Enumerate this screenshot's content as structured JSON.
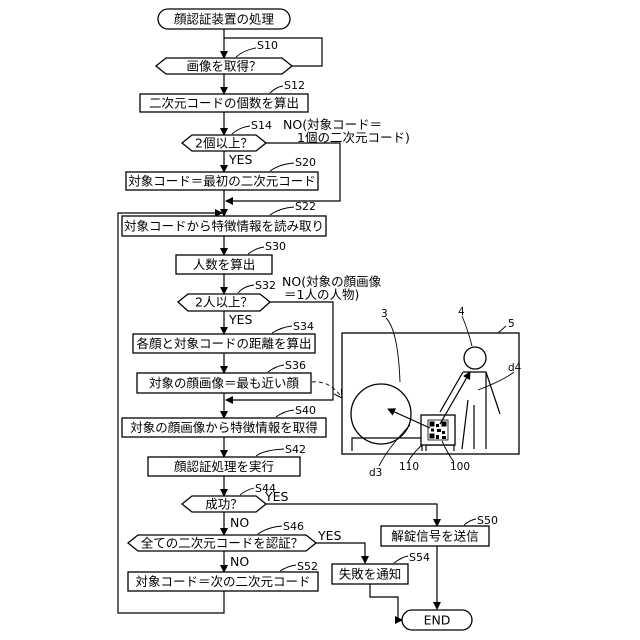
{
  "flowchart": {
    "start": "顔認証装置の処理",
    "end": "END",
    "steps": {
      "s10": {
        "id": "S10",
        "label": "画像を取得？"
      },
      "s12": {
        "id": "S12",
        "label": "二次元コードの個数を算出"
      },
      "s14": {
        "id": "S14",
        "label": "2個以上？",
        "yes": "YES",
        "no": "NO(対象コード＝",
        "no2": "1個の二次元コード)"
      },
      "s20": {
        "id": "S20",
        "label": "対象コード＝最初の二次元コード"
      },
      "s22": {
        "id": "S22",
        "label": "対象コードから特徴情報を読み取り"
      },
      "s30": {
        "id": "S30",
        "label": "人数を算出"
      },
      "s32": {
        "id": "S32",
        "label": "2人以上？",
        "yes": "YES",
        "no": "NO(対象の顔画像",
        "no2": "＝1人の人物)"
      },
      "s34": {
        "id": "S34",
        "label": "各顔と対象コードの距離を算出"
      },
      "s36": {
        "id": "S36",
        "label": "対象の顔画像＝最も近い顔"
      },
      "s40": {
        "id": "S40",
        "label": "対象の顔画像から特徴情報を取得"
      },
      "s42": {
        "id": "S42",
        "label": "顔認証処理を実行"
      },
      "s44": {
        "id": "S44",
        "label": "成功？",
        "yes": "YES"
      },
      "s46": {
        "id": "S46",
        "label": "全ての二次元コードを認証？",
        "yes": "YES",
        "no": "NO"
      },
      "s50": {
        "id": "S50",
        "label": "解錠信号を送信"
      },
      "s52": {
        "id": "S52",
        "label": "対象コード＝次の二次元コード"
      },
      "s54": {
        "id": "S54",
        "label": "失敗を通知"
      }
    }
  },
  "illustration": {
    "labels": {
      "ref_3": "3",
      "ref_4": "4",
      "ref_5": "5",
      "ref_d3": "d3",
      "ref_d4": "d4",
      "ref_110": "110",
      "ref_100": "100"
    }
  }
}
